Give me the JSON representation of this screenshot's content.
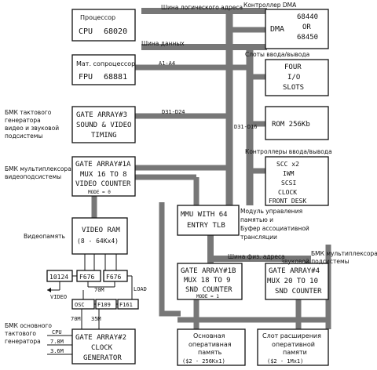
{
  "buses": {
    "logical_address": "Шина логического адреса",
    "data": "Шина данных",
    "physical_address": "Шина физ. адреса",
    "a1_a4": "A1-A4",
    "d31_d24": "D31-D24",
    "d31_d16": "D31-D16"
  },
  "blocks": {
    "cpu": {
      "title": "Процессор",
      "l1": "CPU",
      "l2": "68020"
    },
    "fpu": {
      "title": "Мат. сопроцессор",
      "l1": "FPU",
      "l2": "68881"
    },
    "ga3": {
      "l1": "GATE ARRAY#3",
      "l2": "SOUND & VIDEO",
      "l3": "TIMING"
    },
    "ga1a": {
      "l1": "GATE ARRAY#1A",
      "l2": "MUX 16 TO 8",
      "l3": "VIDEO COUNTER",
      "l4": "MODE = 0"
    },
    "vram": {
      "l1": "VIDEO RAM",
      "l2": "(8 - 64Kx4)"
    },
    "dma": {
      "l1": "DMA",
      "l2": "68440",
      "l3": "OR",
      "l4": "68450"
    },
    "slots": {
      "l1": "FOUR",
      "l2": "I/O",
      "l3": "SLOTS"
    },
    "rom": {
      "l1": "ROM 256Kb"
    },
    "io": {
      "l1": "SCC x2",
      "l2": "IWM",
      "l3": "SCSI",
      "l4": "CLOCK",
      "l5": "FRONT DESK"
    },
    "mmu": {
      "l1": "MMU WITH 64",
      "l2": "ENTRY TLB"
    },
    "ga1b": {
      "l1": "GATE ARRAY#1B",
      "l2": "MUX 18 TO 9",
      "l3": "SND COUNTER",
      "l4": "MODE = 1"
    },
    "ga4": {
      "l1": "GATE ARRAY#4",
      "l2": "MUX 20 TO 10",
      "l3": "SND COUNTER"
    },
    "ga2": {
      "l1": "GATE ARRAY#2",
      "l2": "CLOCK",
      "l3": "GENERATOR"
    },
    "mainmem": {
      "l1": "Основная",
      "l2": "оперативная",
      "l3": "память",
      "l4": "($2 - 256Kx1)"
    },
    "expslot": {
      "l1": "Слот расширения",
      "l2": "оперативной",
      "l3": "памяти",
      "l4": "($2 - 1Mx1)"
    }
  },
  "chips": {
    "c10124": "10124",
    "f676a": "F676",
    "f676b": "F676",
    "m70": "70M",
    "osc": "OSC",
    "f109": "F109",
    "f161": "F161",
    "video": "VIDEO",
    "load": "LOAD",
    "m70b": "70M",
    "m35": "35M",
    "cpu": "CPU",
    "m78": "7.8M",
    "m36": "3.6M"
  },
  "labels": {
    "dma_ctrl": "Контроллер DMA",
    "io_slots": "Слоты ввода/вывода",
    "io_ctrl": "Контроллеры ввода/вывода",
    "clk_gen": [
      "БМК тактового",
      "генератора",
      "видео и звуковой",
      "подсистемы"
    ],
    "vmux": [
      "БМК мультиплексора",
      "видеоподсистемы"
    ],
    "vmem": "Видеопамять",
    "mmu_desc": [
      "Модуль управления",
      "памятью и",
      "Буфер ассоциативной",
      "трансляции"
    ],
    "smux": [
      "БМК мультиплексора",
      "звуковой подсистемы"
    ],
    "main_clk": [
      "БМК основного",
      "тактового",
      "генератора"
    ]
  }
}
